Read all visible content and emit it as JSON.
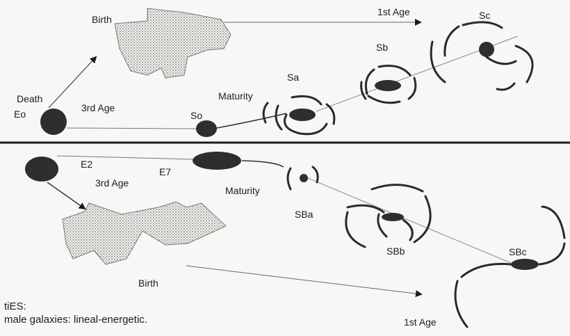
{
  "top": {
    "birth": "Birth",
    "first_age": "1st Age",
    "death": "Death",
    "eo": "Eo",
    "third_age": "3rd Age",
    "so": "So",
    "maturity": "Maturity",
    "sa": "Sa",
    "sb": "Sb",
    "sc": "Sc"
  },
  "bottom": {
    "e2": "E2",
    "third_age": "3rd Age",
    "e7": "E7",
    "maturity": "Maturity",
    "sba": "SBa",
    "sbb": "SBb",
    "sbc": "SBc",
    "birth": "Birth",
    "first_age": "1st Age"
  },
  "notes": {
    "line1": "tiES:",
    "line2": "male galaxies: lineal-energetic."
  },
  "colors": {
    "ink": "#1c1c1c",
    "fill_dark": "#2e2e2e",
    "fill_light": "#f1f1ee",
    "background": "#f7f7f5"
  }
}
